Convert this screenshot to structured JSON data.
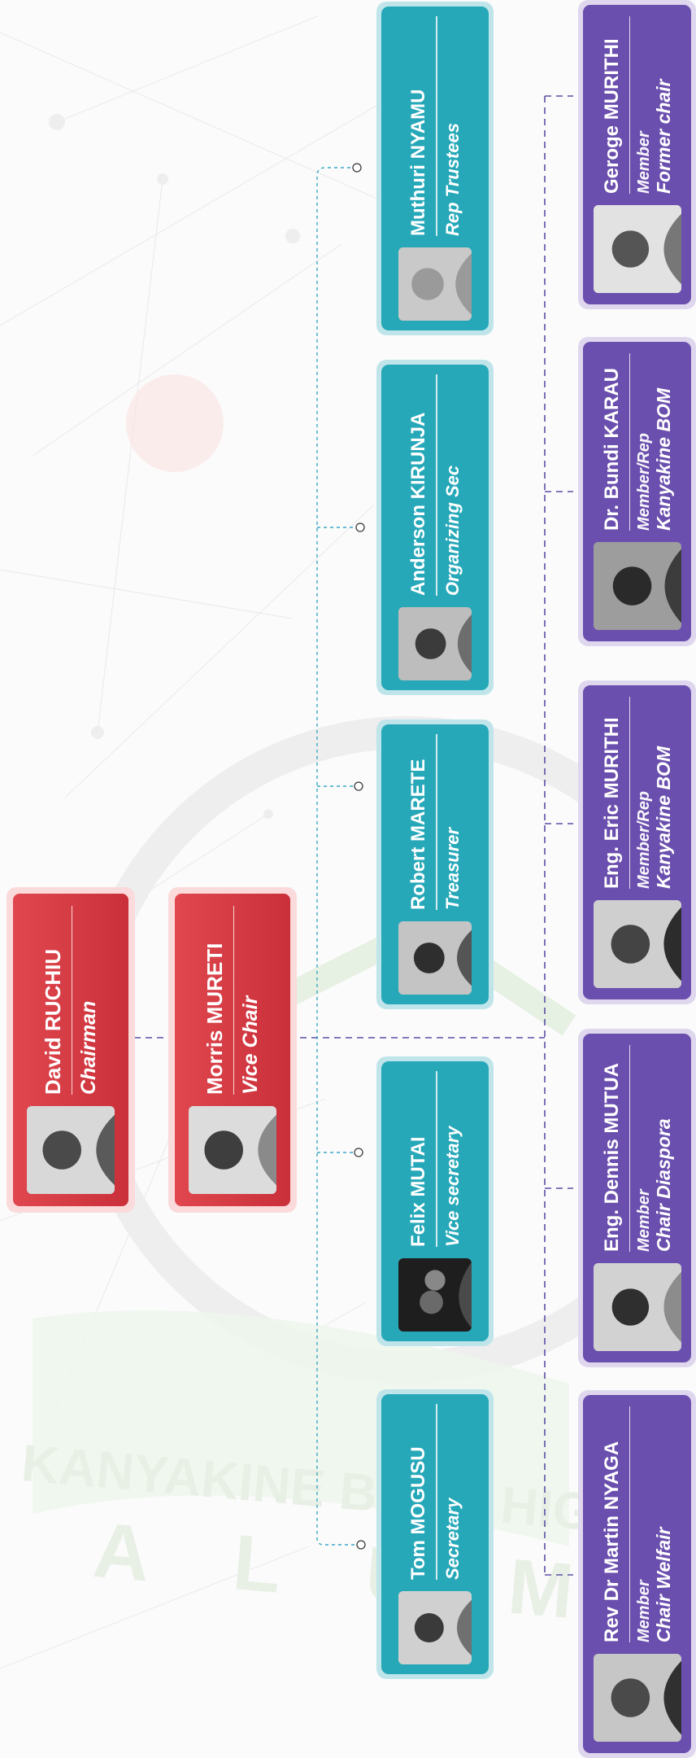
{
  "colors": {
    "red": "#d73a43",
    "teal": "#26a8b9",
    "purple": "#6b4fae",
    "connector_teal": "#3aa7c5",
    "connector_purple": "#5c4ea6"
  },
  "watermark": {
    "line1": "KANYAKINE BOYS HIGH",
    "line2": "A L U M"
  },
  "leaders": [
    {
      "name": "David RUCHIU",
      "role": "Chairman",
      "icon": "person-photo"
    },
    {
      "name": "Morris MURETI",
      "role": "Vice Chair",
      "icon": "person-photo"
    }
  ],
  "officials": [
    {
      "name": "Tom MOGUSU",
      "role": "Secretary"
    },
    {
      "name": "Felix MUTAI",
      "role": "Vice secretary"
    },
    {
      "name": "Robert MARETE",
      "role": "Treasurer"
    },
    {
      "name": "Anderson KIRUNJA",
      "role": "Organizing Sec"
    },
    {
      "name": "Muthuri NYAMU",
      "role": "Rep Trustees"
    }
  ],
  "members": [
    {
      "name": "Rev Dr Martin NYAGA",
      "line1": "Member",
      "line2": "Chair Welfair"
    },
    {
      "name": "Eng. Dennis MUTUA",
      "line1": "Member",
      "line2": "Chair Diaspora"
    },
    {
      "name": "Eng. Eric MURITHI",
      "line1": "Member/Rep",
      "line2": "Kanyakine BOM"
    },
    {
      "name": "Dr. Bundi KARAU",
      "line1": "Member/Rep",
      "line2": "Kanyakine BOM"
    },
    {
      "name": "Geroge MURITHI",
      "line1": "Member",
      "line2": "Former chair"
    }
  ]
}
